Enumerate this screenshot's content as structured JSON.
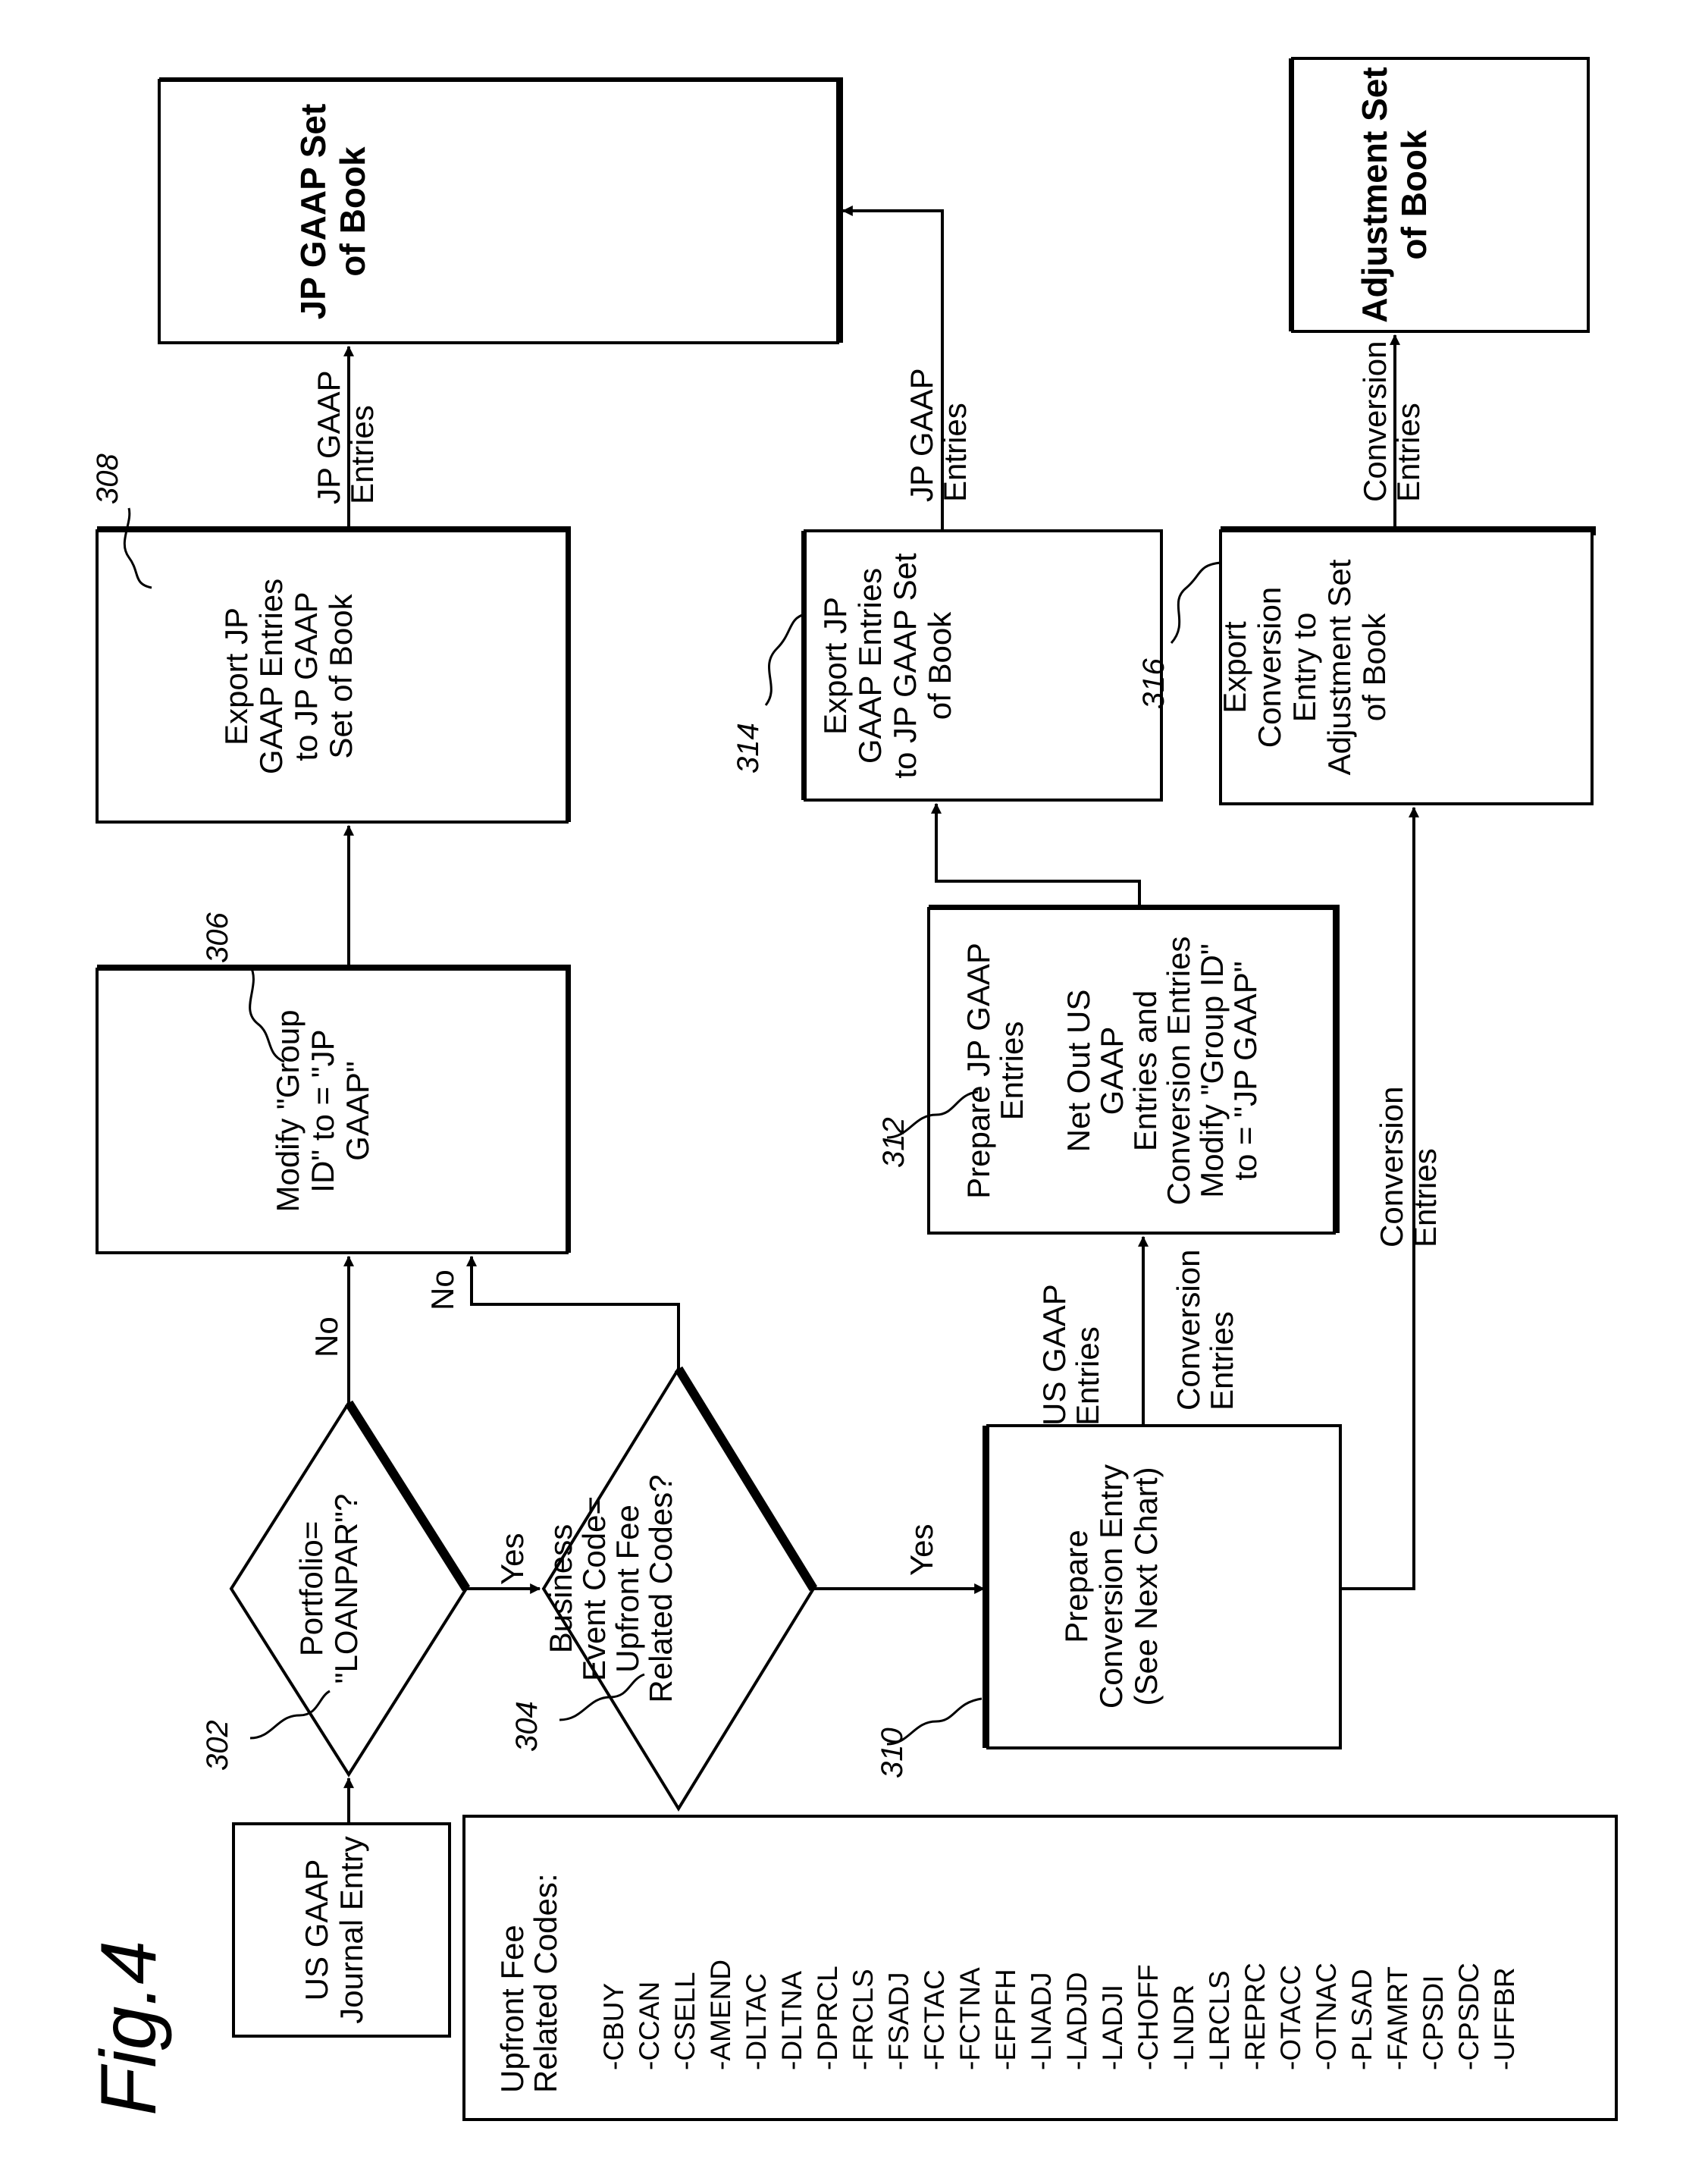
{
  "figure": {
    "title": "Fig.4",
    "refs": {
      "r302": "302",
      "r304": "304",
      "r306": "306",
      "r308": "308",
      "r310": "310",
      "r312": "312",
      "r314": "314",
      "r316": "316"
    },
    "nodes": {
      "us_gaap_entry": [
        "US GAAP",
        "Journal Entry"
      ],
      "portfolio_decision": [
        "Portfolio=",
        "\"LOANPAR\"?"
      ],
      "business_event_decision": [
        "Business",
        "Event Code=",
        "Upfront Fee",
        "Related Codes?"
      ],
      "modify_group_id": [
        "Modify \"Group",
        "ID\" to = \"JP",
        "GAAP\""
      ],
      "export_jp_gaap_1": [
        "Export JP",
        "GAAP Entries",
        "to JP GAAP",
        "Set of Book"
      ],
      "jp_gaap_set_of_book": [
        "JP GAAP Set",
        "of Book"
      ],
      "prepare_conversion_entry": [
        "Prepare",
        "Conversion Entry",
        "(See Next Chart)"
      ],
      "prepare_jp_gaap_entries": [
        "Prepare JP GAAP",
        "Entries",
        "",
        "Net Out US",
        "GAAP",
        "Entries and",
        "Conversion Entries",
        "Modify \"Group ID\"",
        "to = \"JP GAAP\""
      ],
      "export_jp_gaap_2": [
        "Export JP",
        "GAAP Entries",
        "to JP GAAP Set",
        "of Book"
      ],
      "export_conversion_entry": [
        "Export",
        "Conversion",
        "Entry to",
        "Adjustment Set",
        "of Book"
      ],
      "adjustment_set_of_book": [
        "Adjustment Set",
        "of Book"
      ]
    },
    "edge_labels": {
      "no_1": "No",
      "no_2": "No",
      "yes_1": "Yes",
      "yes_2": "Yes",
      "jp_gaap_entries_1": [
        "JP GAAP",
        "Entries"
      ],
      "jp_gaap_entries_2": [
        "JP GAAP",
        "Entries"
      ],
      "conversion_entries_top": [
        "Conversion",
        "Entries"
      ],
      "us_gaap_entries": [
        "US GAAP",
        "Entries"
      ],
      "conversion_entries_mid": [
        "Conversion",
        "Entries"
      ],
      "conversion_entries_bottom": [
        "Conversion",
        "Entries"
      ]
    },
    "codes_list": {
      "header": [
        "Upfront Fee",
        "Related Codes:"
      ],
      "codes": [
        "-CBUY",
        "-CCAN",
        "-CSELL",
        "-AMEND",
        "-DLTAC",
        "-DLTNA",
        "-DPRCL",
        "-FRCLS",
        "-FSADJ",
        "-FCTAC",
        "-FCTNA",
        "-EFPFH",
        "-LNADJ",
        "-LADJD",
        "-LADJI",
        "-CHOFF",
        "-LNDR",
        "-LRCLS",
        "-REPRC",
        "-OTACC",
        "-OTNAC",
        "-PLSAD",
        "-FAMRT",
        "-CPSDI",
        "-CPSDC",
        "-UFFBR"
      ]
    }
  }
}
